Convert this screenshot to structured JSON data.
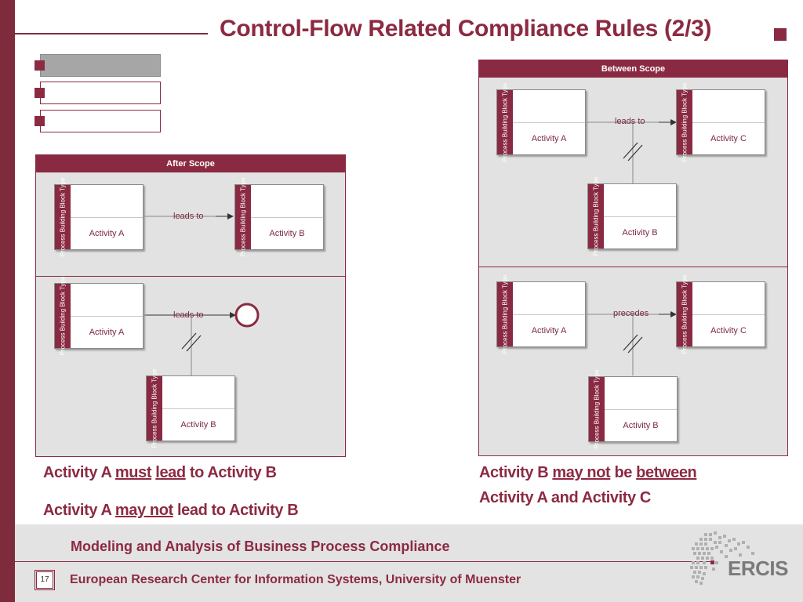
{
  "slide": {
    "title": "Control-Flow Related Compliance Rules (2/3)",
    "page_number": "17"
  },
  "nav": {
    "items": [
      "",
      "",
      ""
    ],
    "active_index": 0
  },
  "pbb_type_label": "Process Building Block Type",
  "after_scope": {
    "header": "After Scope",
    "diagram1": {
      "source": "Activity A",
      "target": "Activity B",
      "relation": "leads to"
    },
    "diagram2": {
      "source": "Activity A",
      "relation": "leads to",
      "excluded": "Activity B"
    }
  },
  "between_scope": {
    "header": "Between Scope",
    "diagram1": {
      "source": "Activity A",
      "target": "Activity C",
      "relation": "leads to",
      "excluded": "Activity B"
    },
    "diagram2": {
      "source": "Activity A",
      "target": "Activity C",
      "relation": "precedes",
      "excluded": "Activity B"
    }
  },
  "statements": {
    "left1": {
      "part1": "Activity A ",
      "must": "must",
      "space": " ",
      "lead": "lead",
      "part2": " to Activity B"
    },
    "left2": {
      "part1": "Activity A ",
      "may_not": "may not",
      "part2": " lead to Activity B"
    },
    "right1": {
      "part1": "Activity B ",
      "may_not": "may not",
      "part2": " be ",
      "between": "between"
    },
    "right2": "Activity A and Activity C"
  },
  "footer": {
    "course": "Modeling and Analysis of Business Process Compliance",
    "institute": "European Research Center for Information Systems, University of Muenster",
    "logo_text": "ERCIS"
  },
  "colors": {
    "accent": "#8a2a42",
    "panel_bg": "#e2e2e2",
    "footer_bg": "#e3e3e3"
  }
}
